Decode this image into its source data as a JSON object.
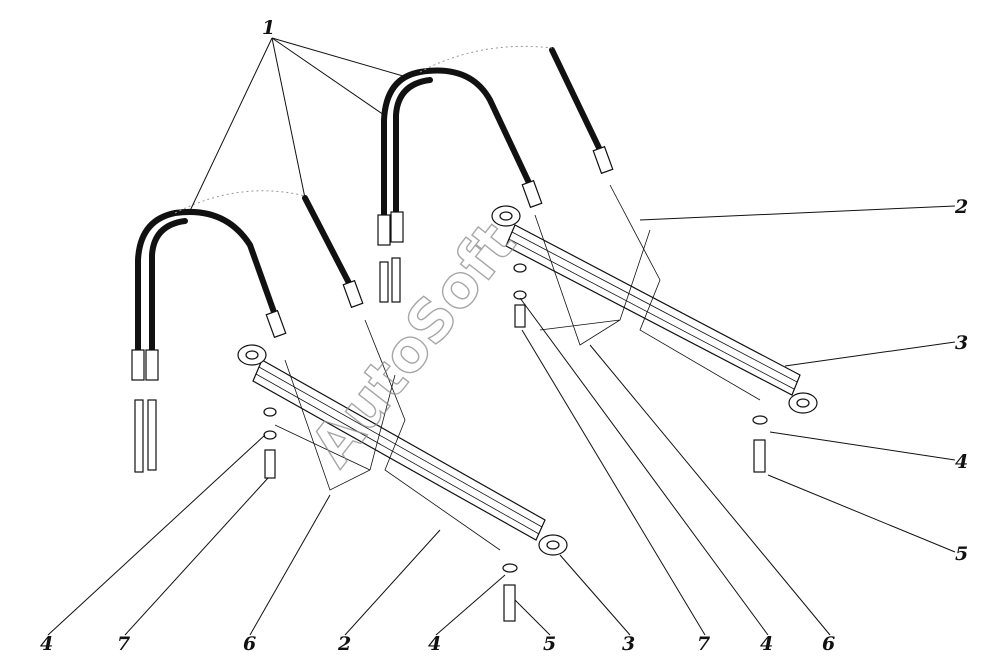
{
  "watermark": "AutoSoft",
  "callouts": {
    "hose": "1",
    "bracket": "2",
    "cylinder": "3",
    "washer": "4",
    "bolt": "5",
    "support": "6",
    "pin": "7"
  }
}
